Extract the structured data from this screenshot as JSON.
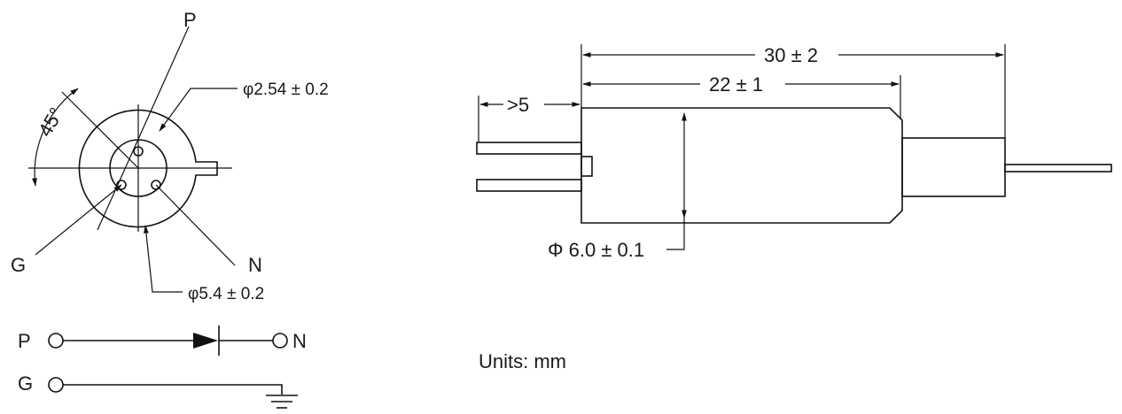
{
  "pin_view": {
    "pin_p": "P",
    "pin_g": "G",
    "pin_n": "N",
    "angle": "45°",
    "pin_circle_dia": "φ2.54 ± 0.2",
    "base_dia": "φ5.4 ± 0.2"
  },
  "side_view": {
    "overall_length": "30 ± 2",
    "body_length": "22 ± 1",
    "lead_length": ">5",
    "body_dia": "Φ 6.0 ± 0.1"
  },
  "schematic": {
    "terminal_p": "P",
    "terminal_n": "N",
    "terminal_g": "G"
  },
  "units_note": "Units: mm",
  "colors": {
    "line": "#111111",
    "background": "#ffffff"
  }
}
